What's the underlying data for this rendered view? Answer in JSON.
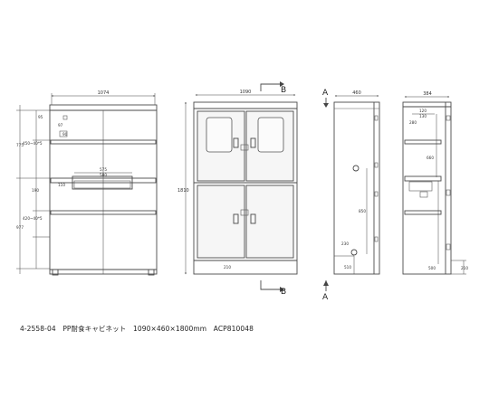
{
  "caption": "4-2558-04　PP耐食キャビネット　1090×460×1800mm　ACP810048",
  "section_labels": {
    "a": "A",
    "b": "B"
  },
  "front_view": {
    "width": "1074",
    "dims": [
      "95",
      "775",
      "450~40*5",
      "97",
      "90",
      "575",
      "580",
      "110",
      "190",
      "977",
      "420~40*5"
    ]
  },
  "door_view": {
    "width": "1090",
    "height": "1810",
    "base": "210"
  },
  "side_view": {
    "width": "460",
    "height": "850",
    "base_a": "230",
    "base_b": "510"
  },
  "section_view": {
    "width": "384",
    "dims": [
      "120",
      "130",
      "280",
      "660",
      "500",
      "210"
    ]
  }
}
